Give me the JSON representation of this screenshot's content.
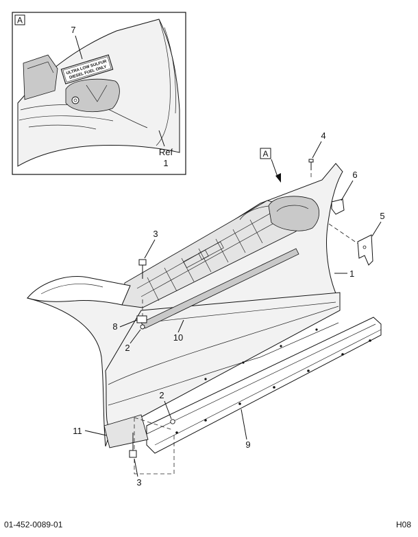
{
  "detail_view": {
    "label": "A",
    "decal_line1": "ULTRA LOW SULFUR",
    "decal_line2": "DIESEL FUEL ONLY",
    "callout_decal": "7",
    "ref_label": "Ref",
    "ref_number": "1"
  },
  "main_view": {
    "view_label": "A"
  },
  "callouts": {
    "c1": "1",
    "c2_upper": "2",
    "c2_lower": "2",
    "c3_upper": "3",
    "c3_lower": "3",
    "c4": "4",
    "c5": "5",
    "c6": "6",
    "c8": "8",
    "c9": "9",
    "c10": "10",
    "c11": "11"
  },
  "footer": {
    "doc_number": "01-452-0089-01",
    "sheet_code": "H08"
  }
}
